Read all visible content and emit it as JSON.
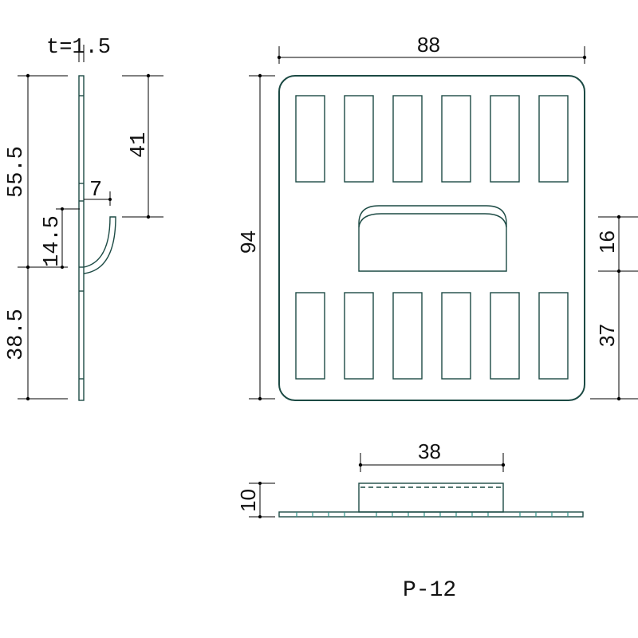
{
  "part_number": "P-12",
  "thickness_label": "t=1.5",
  "side_view": {
    "dim_upper_total": "55.5",
    "dim_lower_total": "38.5",
    "dim_hook_height": "14.5",
    "dim_hook_offset": "7",
    "dim_hook_top": "41"
  },
  "front_view": {
    "dim_width": "88",
    "dim_height": "94",
    "dim_slot_height": "16",
    "dim_slot_bottom": "37",
    "upper_slot_count": 6,
    "lower_slot_count": 6
  },
  "bottom_view": {
    "dim_hook_width": "38",
    "dim_hook_depth": "10"
  },
  "colors": {
    "outline": "#1c4a44",
    "hatch": "#2f8f86",
    "dimension": "#000000"
  }
}
